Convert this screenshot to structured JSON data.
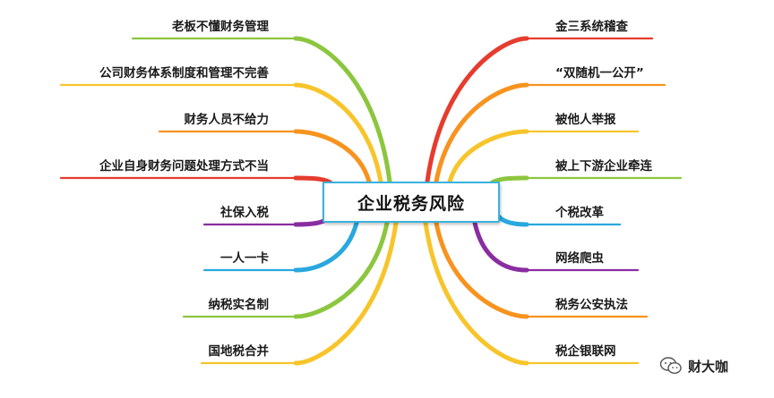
{
  "center_topic": "企业税务风险",
  "left_branches": [
    {
      "label": "老板不懂财务管理",
      "color": "#8cc63f"
    },
    {
      "label": "公司财务体系制度和管理不完善",
      "color": "#f7c52b"
    },
    {
      "label": "财务人员不给力",
      "color": "#f7931e"
    },
    {
      "label": "企业自身财务问题处理方式不当",
      "color": "#e63c2e"
    },
    {
      "label": "社保入税",
      "color": "#8a2da0"
    },
    {
      "label": "一人一卡",
      "color": "#29a8df"
    },
    {
      "label": "纳税实名制",
      "color": "#8cc63f"
    },
    {
      "label": "国地税合并",
      "color": "#f7c52b"
    }
  ],
  "right_branches": [
    {
      "label": "金三系统稽查",
      "color": "#e63c2e"
    },
    {
      "label": "“双随机一公开”",
      "color": "#f7931e"
    },
    {
      "label": "被他人举报",
      "color": "#f7c52b"
    },
    {
      "label": "被上下游企业牵连",
      "color": "#8cc63f"
    },
    {
      "label": "个税改革",
      "color": "#29a8df"
    },
    {
      "label": "网络爬虫",
      "color": "#8a2da0"
    },
    {
      "label": "税务公安执法",
      "color": "#f7931e"
    },
    {
      "label": "税企银联网",
      "color": "#f7c52b"
    }
  ],
  "watermark": {
    "text": "财大咖",
    "icon": "wechat-icon"
  }
}
